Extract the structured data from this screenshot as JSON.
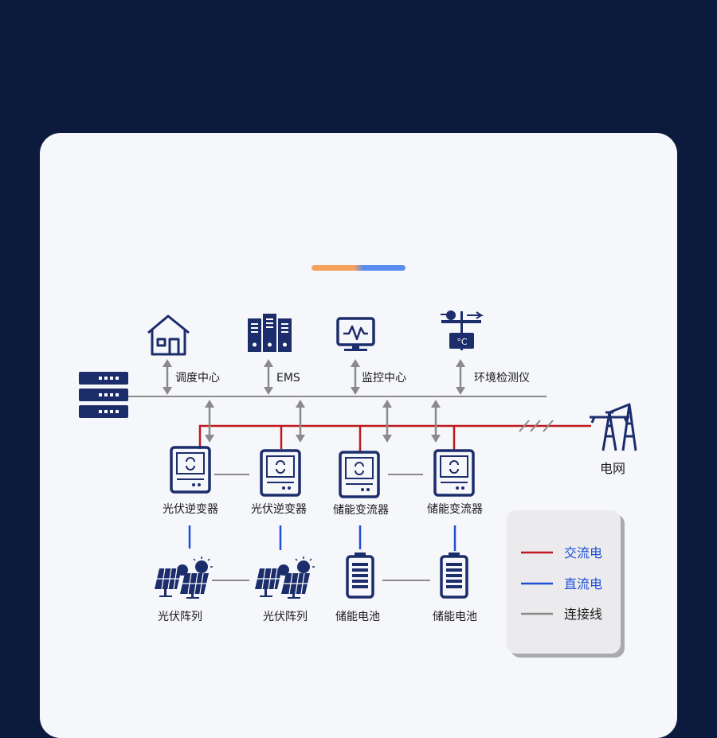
{
  "labels": {
    "dispatch": "调度中心",
    "ems": "EMS",
    "monitor": "监控中心",
    "env": "环境检测仪",
    "grid": "电网",
    "inverter1": "光伏逆变器",
    "inverter2": "光伏逆变器",
    "pcs1": "储能变流器",
    "pcs2": "储能变流器",
    "pv1": "光伏阵列",
    "pv2": "光伏阵列",
    "bat1": "储能电池",
    "bat2": "储能电池",
    "temp_symbol": "°C"
  },
  "legend": [
    {
      "label": "交流电",
      "color": "#c0181c"
    },
    {
      "label": "直流电",
      "color": "#1e4fd6"
    },
    {
      "label": "连接线",
      "color": "#8a8a8a"
    }
  ],
  "colors": {
    "background": "#0c1a3e",
    "icon": "#1c2d6b",
    "ac": "#c0181c",
    "dc": "#1e4fd6",
    "link": "#8a8a8a",
    "accent_orange": "#f5a25d",
    "accent_blue": "#5b8def"
  }
}
